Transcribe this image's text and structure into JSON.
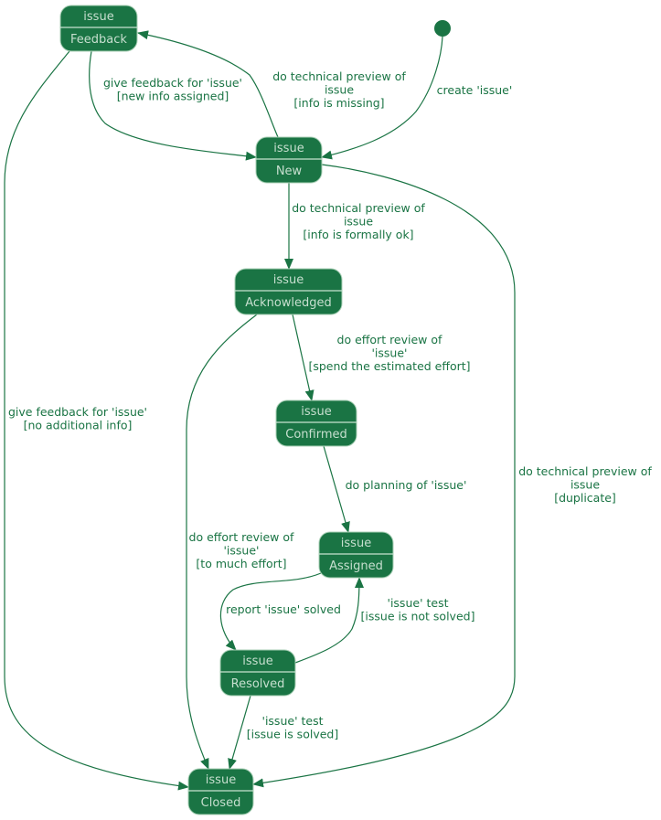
{
  "colors": {
    "node_fill": "#1a7444",
    "node_text": "#c7dfcf",
    "edge": "#1a7444",
    "label": "#1a7444",
    "background": "#ffffff"
  },
  "nodes": [
    {
      "id": "feedback",
      "stereotype": "issue",
      "state": "Feedback"
    },
    {
      "id": "new",
      "stereotype": "issue",
      "state": "New"
    },
    {
      "id": "acknowledged",
      "stereotype": "issue",
      "state": "Acknowledged"
    },
    {
      "id": "confirmed",
      "stereotype": "issue",
      "state": "Confirmed"
    },
    {
      "id": "assigned",
      "stereotype": "issue",
      "state": "Assigned"
    },
    {
      "id": "resolved",
      "stereotype": "issue",
      "state": "Resolved"
    },
    {
      "id": "closed",
      "stereotype": "issue",
      "state": "Closed"
    }
  ],
  "edges": [
    {
      "id": "start-new",
      "from": "start",
      "to": "new",
      "label": [
        "create 'issue'"
      ]
    },
    {
      "id": "new-feedback",
      "from": "new",
      "to": "feedback",
      "label": [
        "do technical preview of",
        "issue",
        "[info is missing]"
      ]
    },
    {
      "id": "feedback-new",
      "from": "feedback",
      "to": "new",
      "label": [
        "give feedback for 'issue'",
        "[new info assigned]"
      ]
    },
    {
      "id": "new-acknowledged",
      "from": "new",
      "to": "acknowledged",
      "label": [
        "do technical preview of",
        "issue",
        "[info is formally ok]"
      ]
    },
    {
      "id": "acknowledged-confirmed",
      "from": "acknowledged",
      "to": "confirmed",
      "label": [
        "do effort review of",
        "'issue'",
        "[spend the estimated effort]"
      ]
    },
    {
      "id": "feedback-closed",
      "from": "feedback",
      "to": "closed",
      "label": [
        "give feedback for 'issue'",
        "[no additional info]"
      ]
    },
    {
      "id": "new-closed",
      "from": "new",
      "to": "closed",
      "label": [
        "do technical preview of",
        "issue",
        "[duplicate]"
      ]
    },
    {
      "id": "confirmed-assigned",
      "from": "confirmed",
      "to": "assigned",
      "label": [
        "do planning of 'issue'"
      ]
    },
    {
      "id": "acknowledged-closed",
      "from": "acknowledged",
      "to": "closed",
      "label": [
        "do effort review of",
        "'issue'",
        "[to much effort]"
      ]
    },
    {
      "id": "assigned-resolved",
      "from": "assigned",
      "to": "resolved",
      "label": [
        "report 'issue' solved"
      ]
    },
    {
      "id": "resolved-assigned",
      "from": "resolved",
      "to": "assigned",
      "label": [
        "'issue' test",
        "[issue is not solved]"
      ]
    },
    {
      "id": "resolved-closed",
      "from": "resolved",
      "to": "closed",
      "label": [
        "'issue' test",
        "[issue is solved]"
      ]
    }
  ]
}
